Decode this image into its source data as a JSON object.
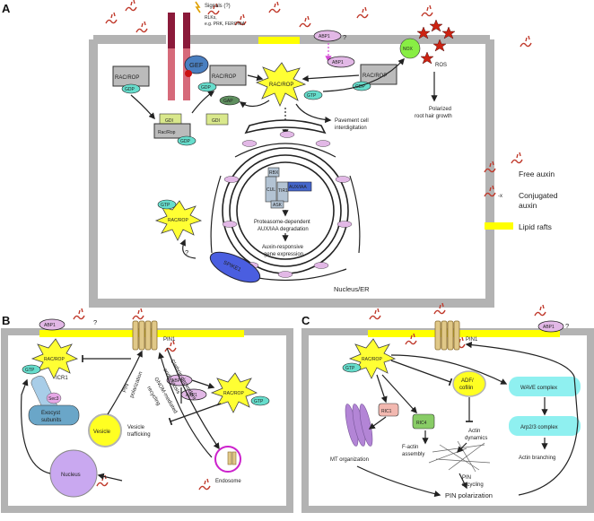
{
  "panels": {
    "a": {
      "letter": "A",
      "signals": "Signals (?)",
      "rlk_line1": "RLKs,",
      "rlk_line2": "e.g. PRK, FERONIA",
      "rac_rop": "RAC/ROP",
      "rac_rop_inactive": "Rac/Rop",
      "gef": "GEF",
      "gap": "GAP",
      "gdi": "GDI",
      "gdp": "GDP",
      "gtp": "GTP",
      "abp1": "ABP1",
      "question": "?",
      "nox": "NOX",
      "ros": "ROS",
      "polarized_1": "Polarized",
      "polarized_2": "root hair growth",
      "pavement_1": "Pavement cell",
      "pavement_2": "interdigitation",
      "rbx": "RBX",
      "cul": "CUL",
      "tir1": "TIR1",
      "aux_iaa": "AUX/IAA",
      "ask": "ASK",
      "prot_1": "Proteasome-dependent",
      "prot_2": "AUX/IAA degradation",
      "gene_1": "Auxin-responsive",
      "gene_2": "gene expression",
      "nucleus_er": "Nucleus/ER",
      "spike1": "SPIKE1",
      "abp1_er": "ABP1"
    },
    "b": {
      "letter": "B",
      "abp1": "ABP1",
      "question": "?",
      "pin1": "PIN1",
      "rac_rop": "RAC/ROP",
      "gtp": "GTP",
      "icr1": "ICR1",
      "sec3": "Sec3",
      "exocyst_1": "Exocyst",
      "exocyst_2": "subunits",
      "vesicle": "Vesicle",
      "pin_pol_1": "PIN",
      "pin_pol_2": "polarization",
      "vesicle_traf_1": "Vesicle",
      "vesicle_traf_2": "trafficking",
      "clathrin_1": "Clathrin-dependent",
      "clathrin_2": "endocytosis",
      "gnom_1": "GNOM-mediated",
      "gnom_2": "recycling",
      "endosome": "Endosome",
      "nucleus": "Nucleus"
    },
    "c": {
      "letter": "C",
      "abp1": "ABP1",
      "question": "?",
      "pin1": "PIN1",
      "rac_rop": "RAC/ROP",
      "gtp": "GTP",
      "adf_1": "ADF/",
      "adf_2": "cofilin",
      "wave": "WAVE complex",
      "arp": "Arp2/3 complex",
      "ric1": "RIC1",
      "ric4": "RIC4",
      "actin_dyn_1": "Actin",
      "actin_dyn_2": "dynamics",
      "mt_org": "MT organization",
      "factin_1": "F-actin",
      "factin_2": "assembly",
      "actin_branch": "Actin branching",
      "pin_rec_1": "PIN",
      "pin_rec_2": "recycling",
      "pin_pol": "PIN polarization"
    }
  },
  "legend": {
    "free_auxin": "Free auxin",
    "conjugated_1": "Conjugated",
    "conjugated_2": "auxin",
    "conj_mark": "-x",
    "lipid_rafts": "Lipid rafts"
  },
  "colors": {
    "cell_wall": "#b3b3b3",
    "lipid_raft": "#ffff00",
    "rac_star": "#ffff33",
    "gtp": "#66ddcc",
    "gef": "#4a7fc0",
    "abp1": "#e2b8e6",
    "auxin": "#c0392b",
    "spike1": "#4a5ee0",
    "nox": "#88ee44",
    "ros": "#cc2211",
    "wave": "#8ff0f0",
    "vesicle": "#ffff22",
    "nucleus": "#c9a8f0"
  }
}
